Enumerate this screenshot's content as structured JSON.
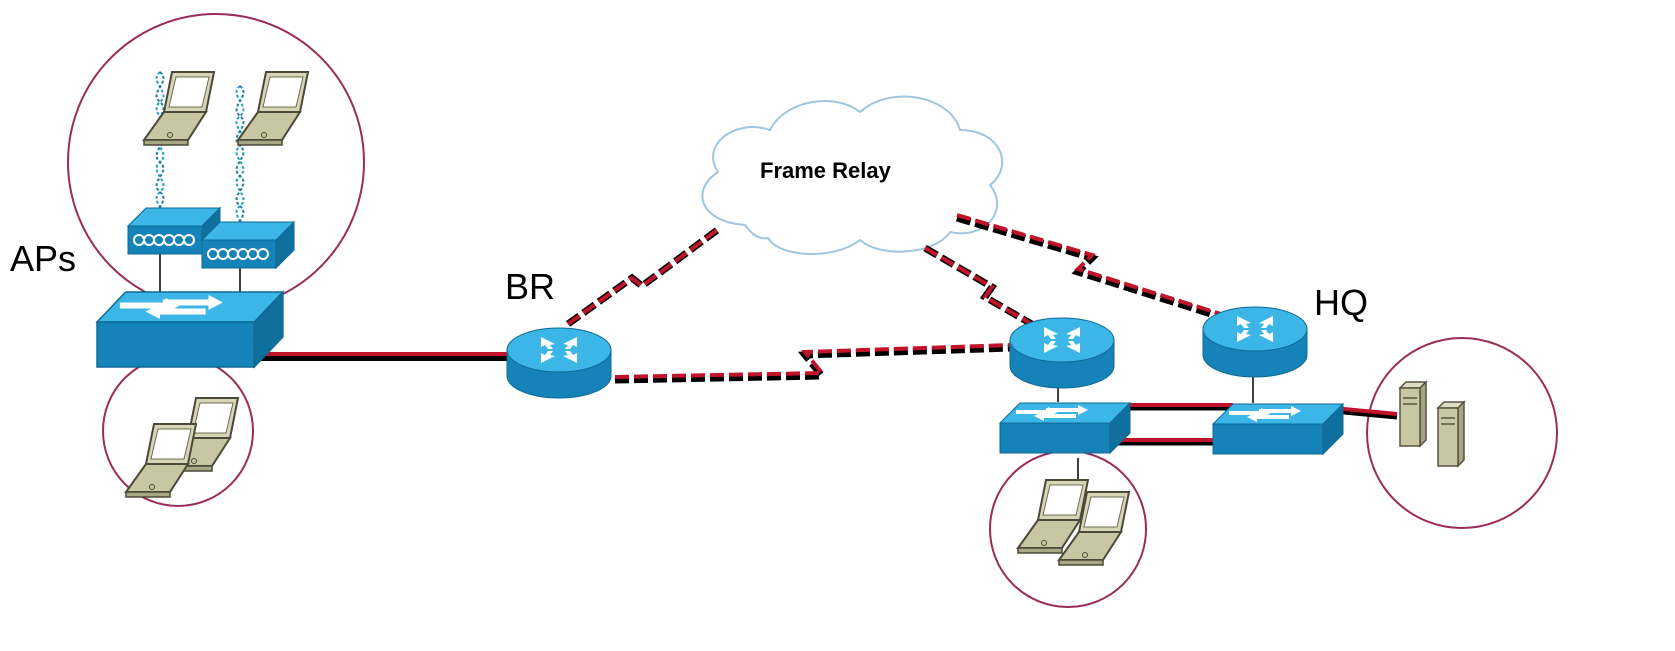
{
  "labels": {
    "aps": "APs",
    "br": "BR",
    "hq": "HQ",
    "cloud": "Frame Relay"
  },
  "colors": {
    "link_red": "#c0142b",
    "device_top": "#3bb6e6",
    "device_side": "#1683b8",
    "circle": "#9b2c5a",
    "laptop_body": "#c9c6a3",
    "cloud_stroke": "#9fc6de",
    "wireless": "#2a9fc7"
  },
  "icons": [
    "laptop-icon",
    "access-point-icon",
    "switch-icon",
    "router-icon",
    "server-icon",
    "cloud-icon",
    "wireless-signal-icon"
  ]
}
